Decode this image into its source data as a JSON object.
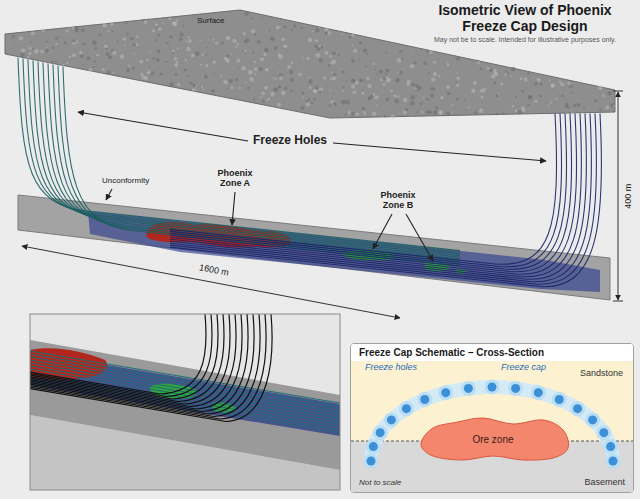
{
  "diagram": {
    "title": "Isometric View of Phoenix Freeze Cap Design",
    "caption": "May not be to scale. Intended for illustrative purposes only.",
    "nodes": [
      {
        "text": [
          "Freeze Cap Schematic – Cross-Section"
        ]
      },
      {
        "text": [
          "Ore zone"
        ],
        "in": 0
      }
    ],
    "labels": [
      "Surface",
      "Freeze Holes",
      "Unconformity",
      "Phoenix Zone A",
      "Phoenix Zone B",
      "400 m",
      "1600 m",
      "Freeze holes",
      "Freeze cap",
      "Sandstone",
      "Basement",
      "Not to scale"
    ]
  }
}
